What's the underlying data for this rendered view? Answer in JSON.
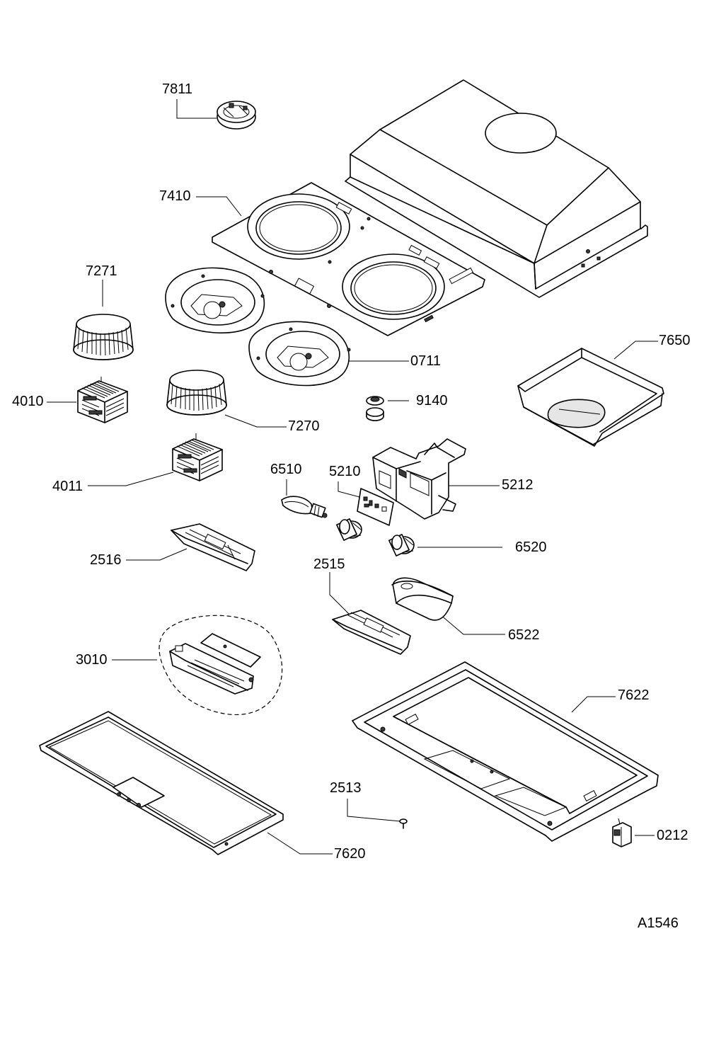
{
  "drawing_code": "A1546",
  "callouts": {
    "p7811": "7811",
    "p7410": "7410",
    "p7271": "7271",
    "p4010": "4010",
    "p7270": "7270",
    "p4011": "4011",
    "p0711": "0711",
    "p9140": "9140",
    "p7650": "7650",
    "p6510": "6510",
    "p5210": "5210",
    "p5212": "5212",
    "p6520": "6520",
    "p2516": "2516",
    "p2515": "2515",
    "p6522": "6522",
    "p3010": "3010",
    "p7622": "7622",
    "p2513": "2513",
    "p7620": "7620",
    "p0212": "0212"
  }
}
